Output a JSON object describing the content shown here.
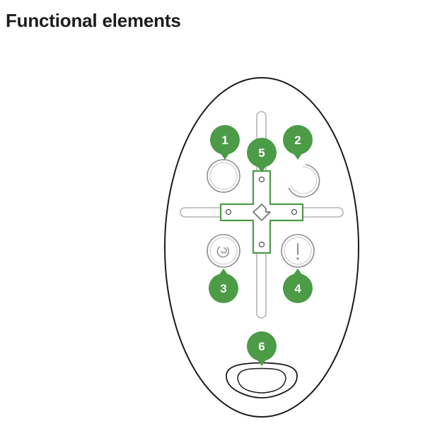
{
  "title": "Functional elements",
  "colors": {
    "marker": "#4c9b47",
    "outline": "#1a1a1a",
    "part_stroke": "#b3b3b3",
    "highlight": "#4c9b47"
  },
  "markers": [
    {
      "label": "1",
      "points_to": "button-1"
    },
    {
      "label": "2",
      "points_to": "button-2"
    },
    {
      "label": "3",
      "points_to": "button-3"
    },
    {
      "label": "4",
      "points_to": "button-4"
    },
    {
      "label": "5",
      "points_to": "cross-mount"
    },
    {
      "label": "6",
      "points_to": "keyring-hole"
    }
  ]
}
